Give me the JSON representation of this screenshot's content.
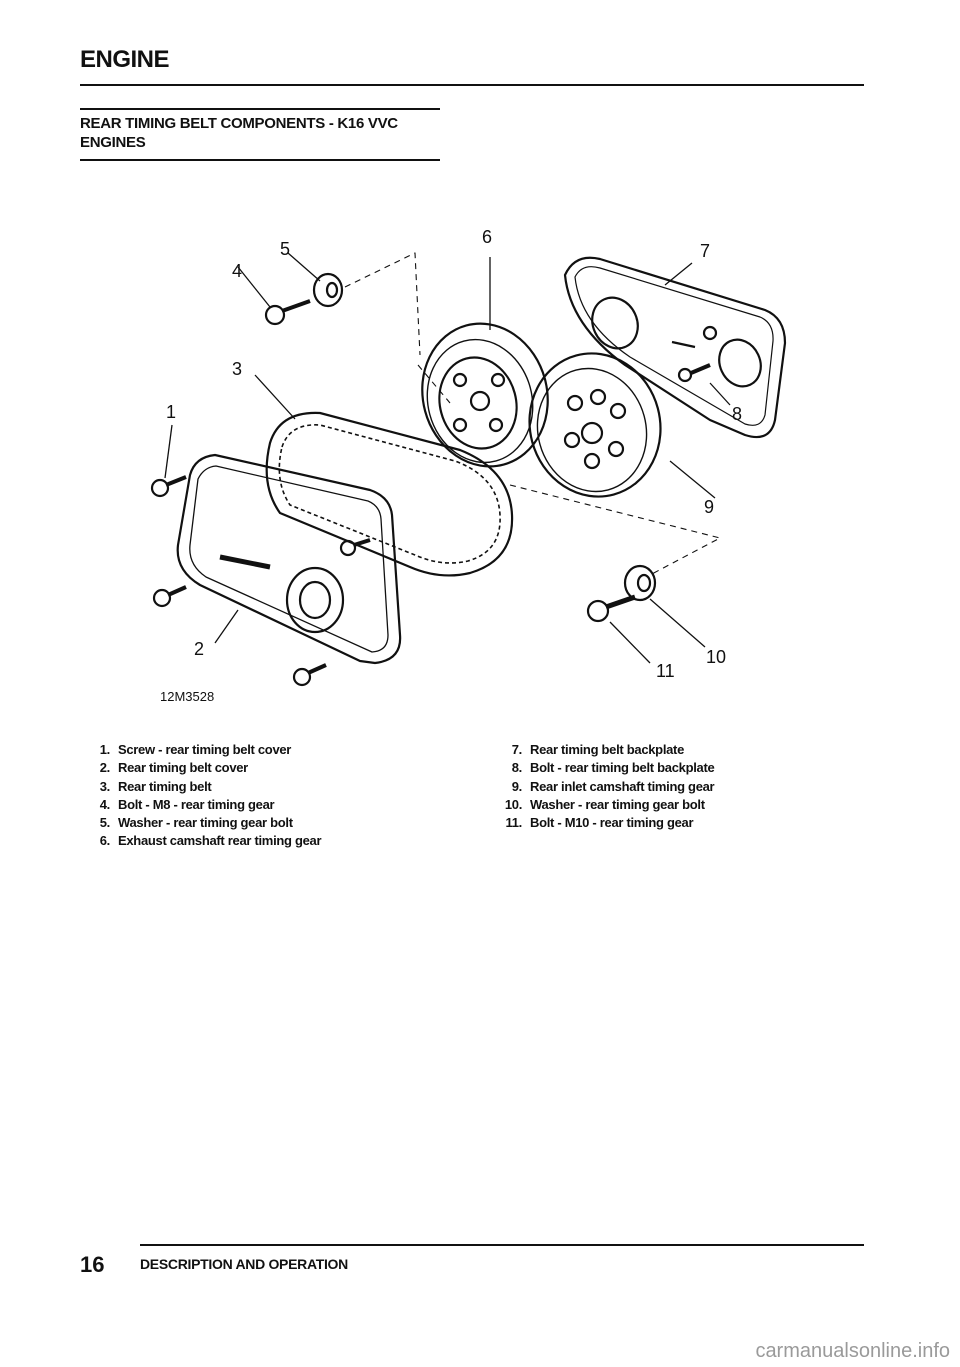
{
  "header": {
    "section": "ENGINE",
    "title_line1": "REAR TIMING BELT COMPONENTS - K16 VVC",
    "title_line2": "ENGINES"
  },
  "diagram": {
    "reference": "12M3528",
    "callouts": [
      "1",
      "2",
      "3",
      "4",
      "5",
      "6",
      "7",
      "8",
      "9",
      "10",
      "11"
    ]
  },
  "legend_left": [
    {
      "num": "1.",
      "text": "Screw - rear timing belt cover"
    },
    {
      "num": "2.",
      "text": "Rear timing belt cover"
    },
    {
      "num": "3.",
      "text": "Rear timing belt"
    },
    {
      "num": "4.",
      "text": "Bolt - M8 - rear timing gear"
    },
    {
      "num": "5.",
      "text": "Washer - rear timing gear bolt"
    },
    {
      "num": "6.",
      "text": "Exhaust camshaft rear timing gear"
    }
  ],
  "legend_right": [
    {
      "num": "7.",
      "text": "Rear timing belt backplate"
    },
    {
      "num": "8.",
      "text": "Bolt - rear timing belt backplate"
    },
    {
      "num": "9.",
      "text": "Rear inlet camshaft timing gear"
    },
    {
      "num": "10.",
      "text": "Washer - rear timing gear bolt"
    },
    {
      "num": "11.",
      "text": "Bolt - M10 - rear timing gear"
    }
  ],
  "footer": {
    "page_number": "16",
    "title": "DESCRIPTION AND OPERATION"
  },
  "watermark": "carmanualsonline.info"
}
